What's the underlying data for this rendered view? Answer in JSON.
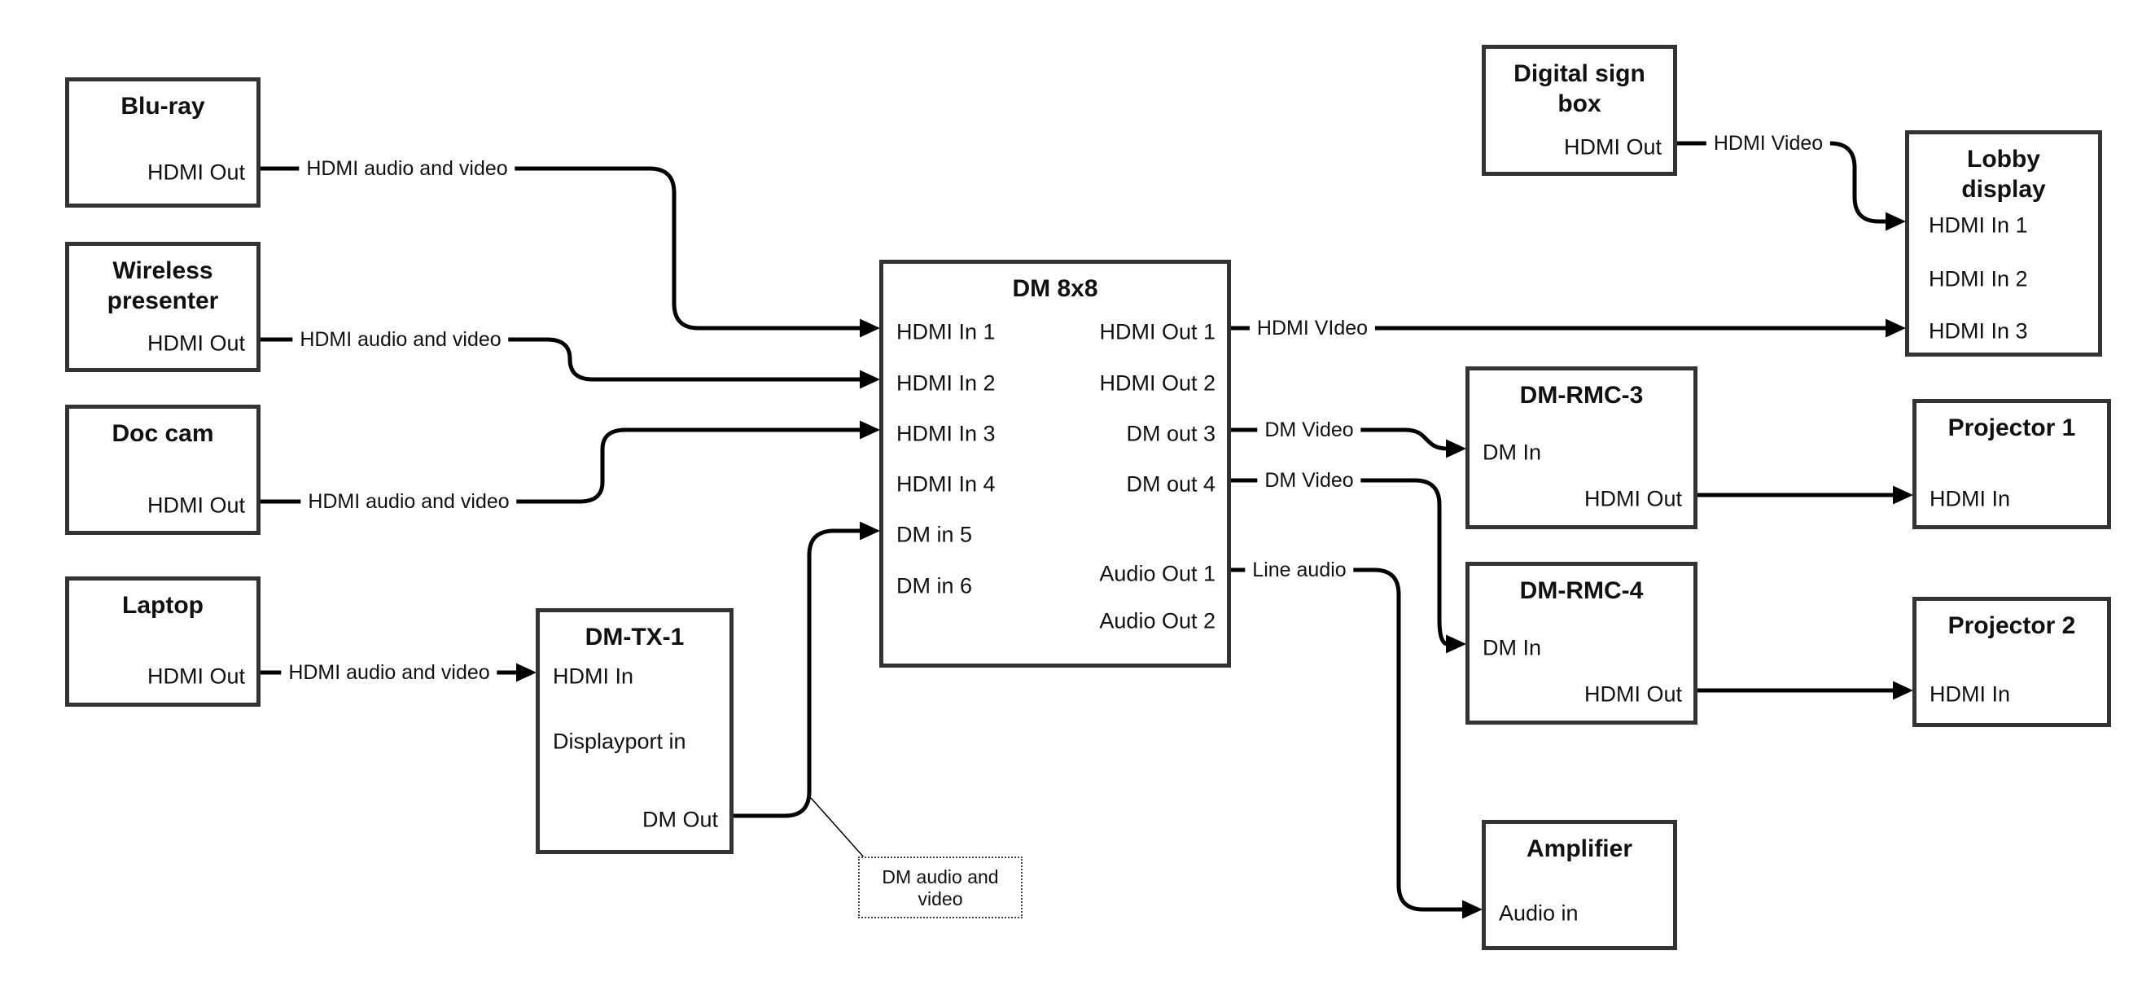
{
  "nodes": {
    "blu_ray": {
      "title": "Blu-ray",
      "ports": {
        "hdmi_out": "HDMI Out"
      }
    },
    "wireless_presenter": {
      "title_line1": "Wireless",
      "title_line2": "presenter",
      "ports": {
        "hdmi_out": "HDMI Out"
      }
    },
    "doc_cam": {
      "title": "Doc cam",
      "ports": {
        "hdmi_out": "HDMI Out"
      }
    },
    "laptop": {
      "title": "Laptop",
      "ports": {
        "hdmi_out": "HDMI Out"
      }
    },
    "dm_tx_1": {
      "title": "DM-TX-1",
      "ports": {
        "hdmi_in": "HDMI In",
        "displayport_in": "Displayport in",
        "dm_out": "DM Out"
      }
    },
    "dm_8x8": {
      "title": "DM 8x8",
      "ports_left": [
        "HDMI In 1",
        "HDMI In 2",
        "HDMI In 3",
        "HDMI In 4",
        "DM in 5",
        "DM in 6"
      ],
      "ports_right": [
        "HDMI Out 1",
        "HDMI Out 2",
        "DM out 3",
        "DM out 4",
        "Audio Out 1",
        "Audio Out 2"
      ]
    },
    "digital_sign_box": {
      "title_line1": "Digital sign",
      "title_line2": "box",
      "ports": {
        "hdmi_out": "HDMI Out"
      }
    },
    "lobby_display": {
      "title_line1": "Lobby",
      "title_line2": "display",
      "ports": [
        "HDMI In 1",
        "HDMI In 2",
        "HDMI In 3"
      ]
    },
    "dm_rmc_3": {
      "title": "DM-RMC-3",
      "ports": {
        "dm_in": "DM In",
        "hdmi_out": "HDMI Out"
      }
    },
    "projector_1": {
      "title": "Projector 1",
      "ports": {
        "hdmi_in": "HDMI In"
      }
    },
    "dm_rmc_4": {
      "title": "DM-RMC-4",
      "ports": {
        "dm_in": "DM In",
        "hdmi_out": "HDMI Out"
      }
    },
    "projector_2": {
      "title": "Projector 2",
      "ports": {
        "hdmi_in": "HDMI In"
      }
    },
    "amplifier": {
      "title": "Amplifier",
      "ports": {
        "audio_in": "Audio in"
      }
    }
  },
  "connections": {
    "blu_ray_line": {
      "label": "HDMI audio and video"
    },
    "wireless_line": {
      "label": "HDMI audio and video"
    },
    "doc_cam_line": {
      "label": "HDMI audio and video"
    },
    "laptop_line": {
      "label": "HDMI audio and video"
    },
    "hdmi_out1_line": {
      "label": "HDMI VIdeo"
    },
    "dm_out3_line": {
      "label": "DM Video"
    },
    "dm_out4_line": {
      "label": "DM Video"
    },
    "audio_out1_line": {
      "label": "Line audio"
    },
    "digital_sign_line": {
      "label": "HDMI Video"
    }
  },
  "note": {
    "line1": "DM audio and",
    "line2": "video"
  },
  "colors": {
    "background": "#ffffff",
    "box_border": "#333333",
    "line": "#000000",
    "text": "#111111"
  }
}
